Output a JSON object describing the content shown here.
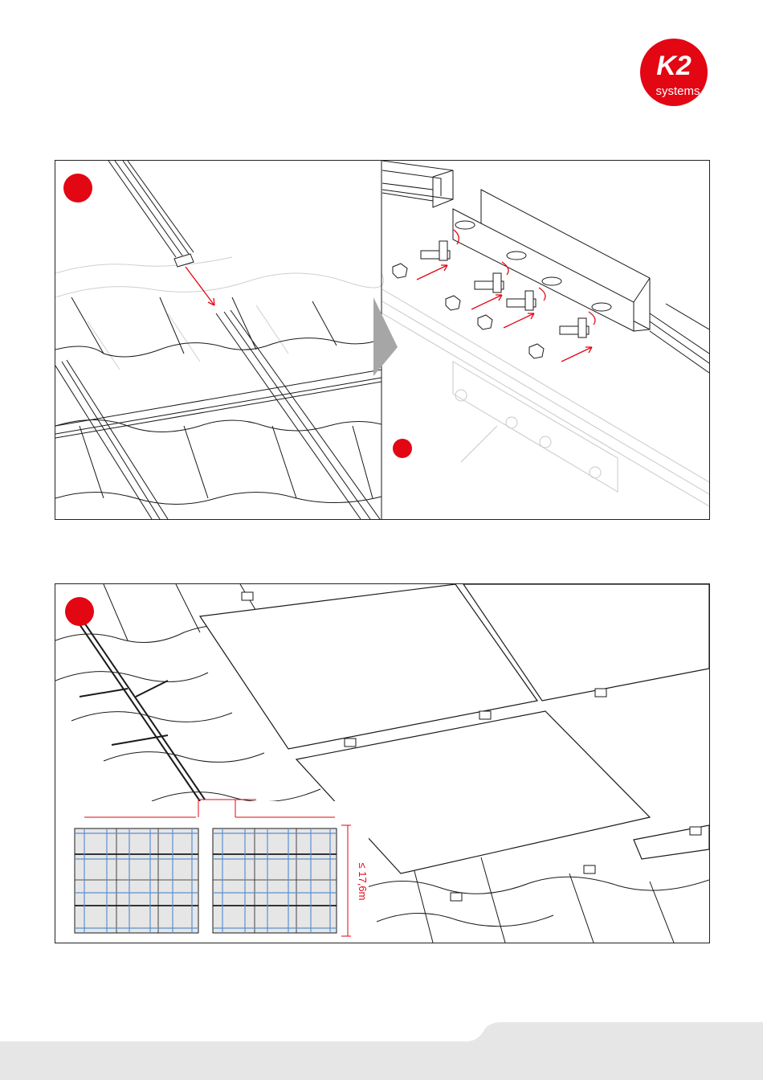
{
  "brand": {
    "logo_mark": "K2",
    "logo_word": "systems",
    "logo_color": "#e30613"
  },
  "panels": {
    "top_left": {
      "step_marker": "step-marker-red-dot"
    },
    "top_right": {
      "step_marker": "step-marker-red-dot"
    },
    "bottom": {
      "step_marker": "step-marker-red-dot",
      "inset_dimension_label": "≤ 17,6m"
    }
  },
  "colors": {
    "accent_red": "#e30613",
    "line": "#1a1a1a",
    "footer_gray": "#e6e6e6",
    "inset_rail_blue": "#5b8fd0"
  }
}
